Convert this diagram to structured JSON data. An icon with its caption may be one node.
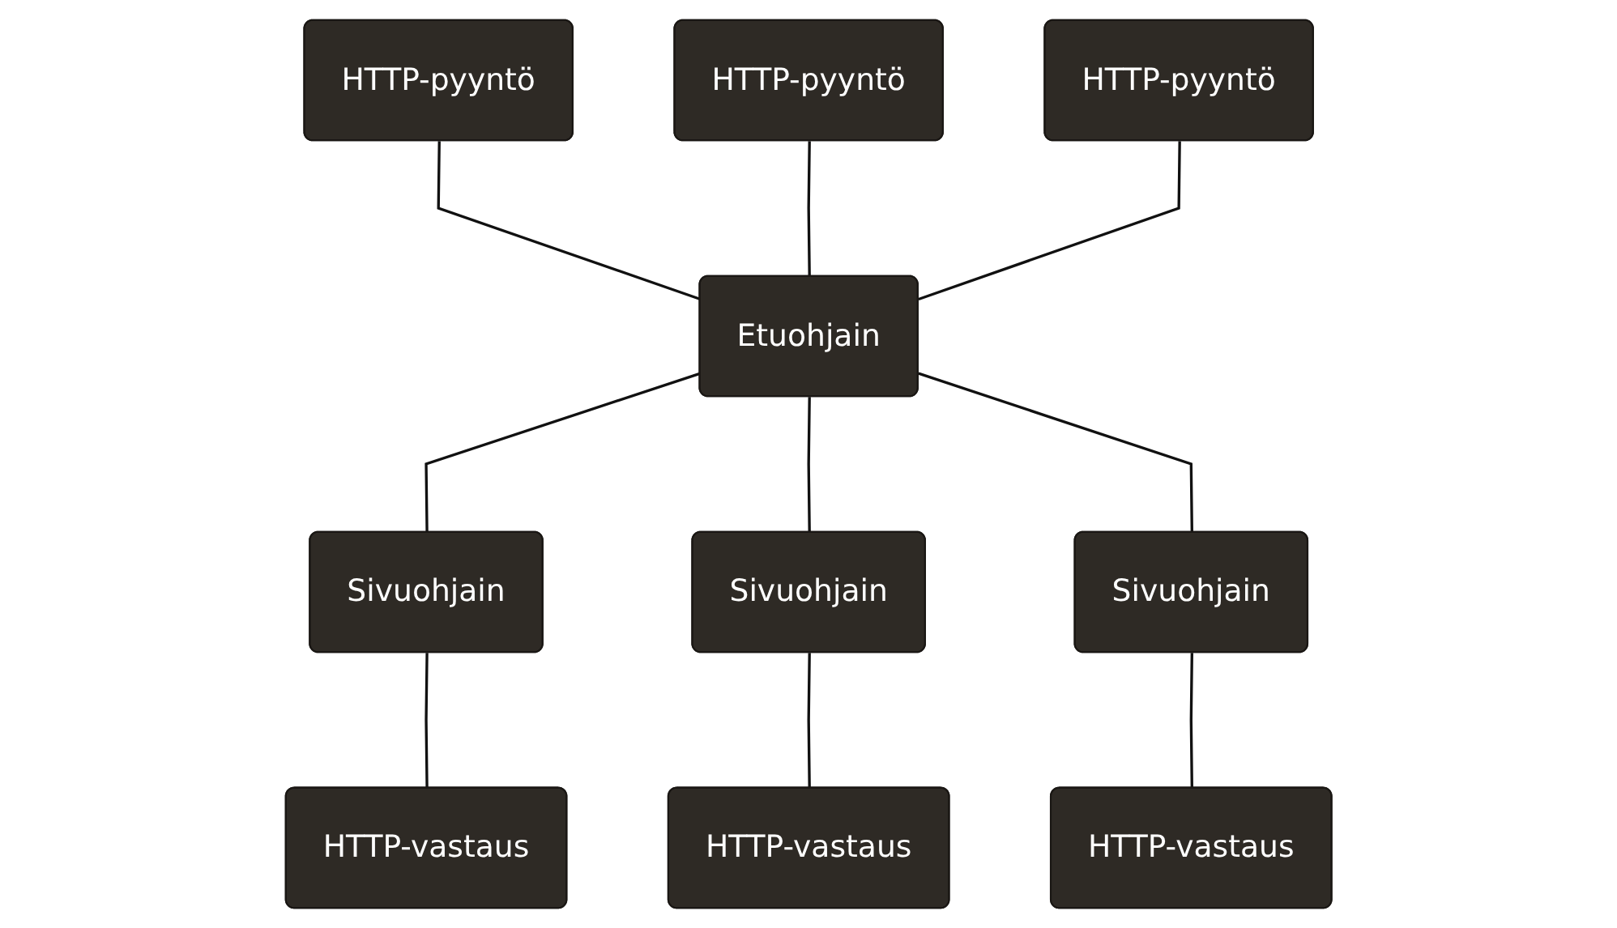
{
  "diagram": {
    "nodes": [
      {
        "text": [
          "HTTP-pyyntö"
        ]
      },
      {
        "text": [
          "HTTP-pyyntö"
        ]
      },
      {
        "text": [
          "HTTP-pyyntö"
        ]
      },
      {
        "text": [
          "Etuohjain"
        ]
      },
      {
        "text": [
          "Sivuohjain"
        ]
      },
      {
        "text": [
          "Sivuohjain"
        ]
      },
      {
        "text": [
          "Sivuohjain"
        ]
      },
      {
        "text": [
          "HTTP-vastaus"
        ]
      },
      {
        "text": [
          "HTTP-vastaus"
        ]
      },
      {
        "text": [
          "HTTP-vastaus"
        ]
      }
    ],
    "edges": [
      {
        "from": 0,
        "to": 3,
        "arrow": "none"
      },
      {
        "from": 1,
        "to": 3,
        "arrow": "none"
      },
      {
        "from": 2,
        "to": 3,
        "arrow": "none"
      },
      {
        "from": 3,
        "to": 4,
        "arrow": "none"
      },
      {
        "from": 3,
        "to": 5,
        "arrow": "none"
      },
      {
        "from": 3,
        "to": 6,
        "arrow": "none"
      },
      {
        "from": 4,
        "to": 7,
        "arrow": "none"
      },
      {
        "from": 5,
        "to": 8,
        "arrow": "none"
      },
      {
        "from": 6,
        "to": 9,
        "arrow": "none"
      }
    ]
  }
}
